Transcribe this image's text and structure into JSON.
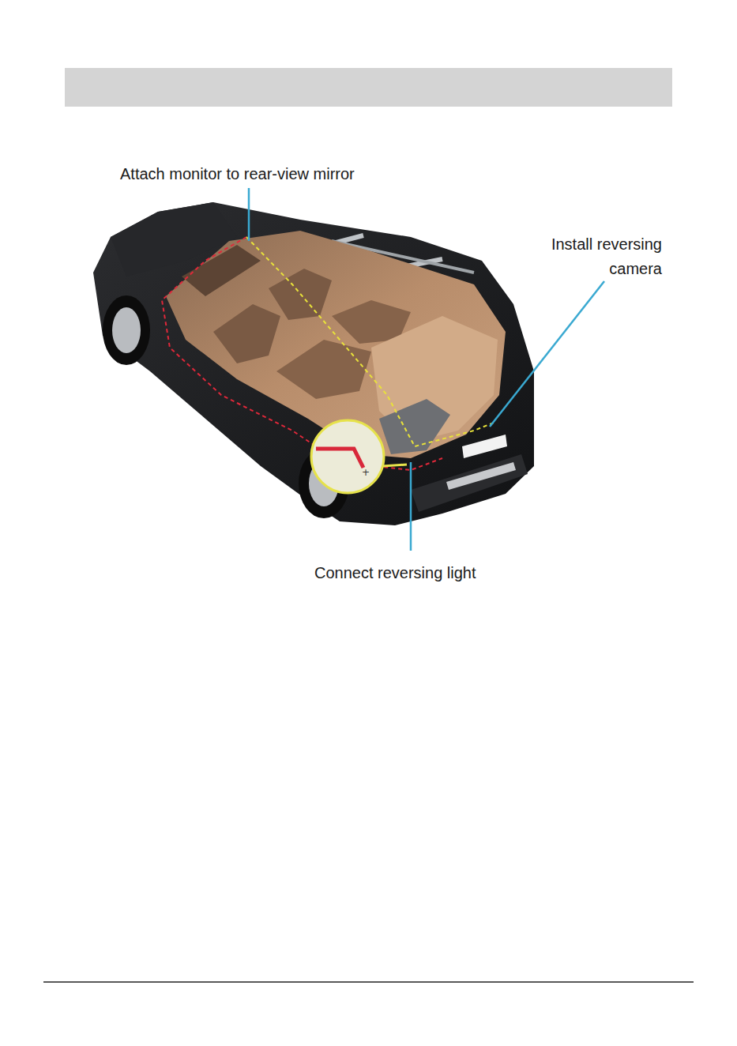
{
  "diagram": {
    "labels": [
      "Attach monitor to rear-view mirror",
      "Install reversing camera",
      "Connect reversing light"
    ]
  }
}
